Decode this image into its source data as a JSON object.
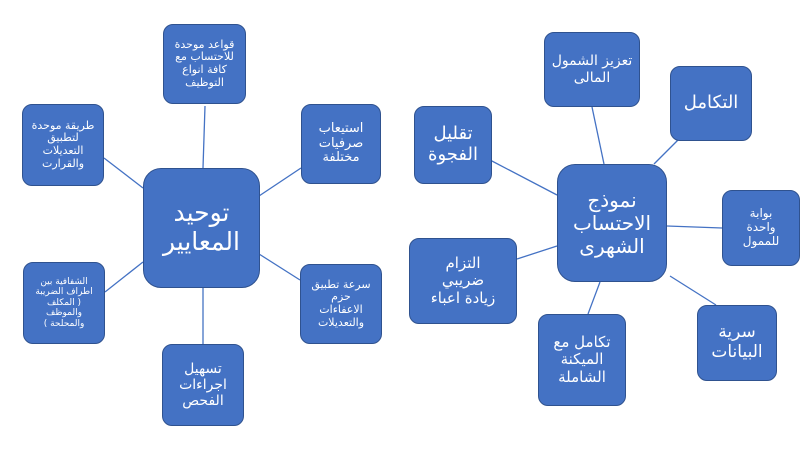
{
  "left_diagram": {
    "center": "توحيد\nالمعايير",
    "nodes": [
      "قواعد موحدة\nللاحتساب مع\nكافة انواع\nالتوظيف",
      "استيعاب\nصرفيات\nمختلفة",
      "سرعة تطبيق\nحزم\nالاعفاءات\nوالتعديلات",
      "تسهيل\nاجراءات\nالفحص",
      "الشفافية بين\nاطراف الضريبة\n( المكلف\nوالموظف\nوالمحلحة )",
      "طريقة موحدة\nلتطبيق\nالتعديلات\nوالقرارت"
    ]
  },
  "right_diagram": {
    "center": "نموذج\nالاحتساب\nالشهرى",
    "nodes": [
      "تعزيز الشمول\nالمالى",
      "التكامل",
      "بوابة\nواحدة\nللممول",
      "سرية\nالبيانات",
      "تكامل مع\nالميكنة\nالشاملة",
      "التزام\nضريبي\nزيادة اعباء",
      "تقليل\nالفجوة"
    ]
  },
  "colors": {
    "node_fill": "#4472c4",
    "node_border": "#2f528f",
    "connector": "#4472c4",
    "text": "#ffffff"
  }
}
